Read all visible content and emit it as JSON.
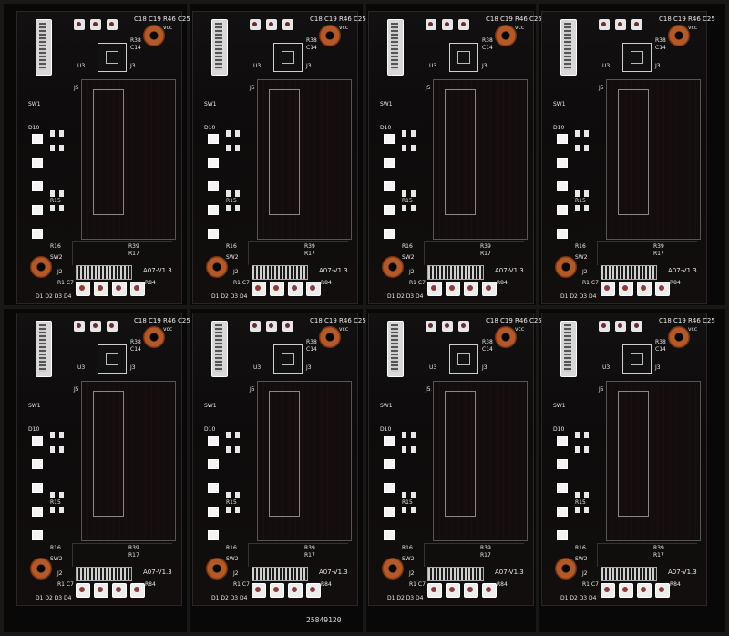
{
  "panel": {
    "serial_number": "25849120",
    "colors": {
      "pcb": "#0d0b0b",
      "silkscreen": "#e8e8e8",
      "copper": "#b45a28"
    }
  },
  "board": {
    "version_label": "A07-V1.3",
    "top_labels": "C18 C19 R46 C25",
    "vcc_label": "vcc",
    "d_row": "D1 D2 D3 D4",
    "r1_c7": "R1 C7",
    "r84": "R84",
    "sw1": "SW1",
    "sw2": "SW2",
    "j2": "J2",
    "j3": "J3",
    "j5": "J5",
    "u3": "U3",
    "d10": "D10",
    "r38": "R38",
    "c14": "C14",
    "r39": "R39",
    "r17": "R17",
    "r15": "R15",
    "r16": "R16"
  },
  "boards": [
    {
      "id": "b1"
    },
    {
      "id": "b2"
    },
    {
      "id": "b3"
    },
    {
      "id": "b4"
    },
    {
      "id": "b5"
    },
    {
      "id": "b6"
    },
    {
      "id": "b7"
    },
    {
      "id": "b8"
    }
  ]
}
